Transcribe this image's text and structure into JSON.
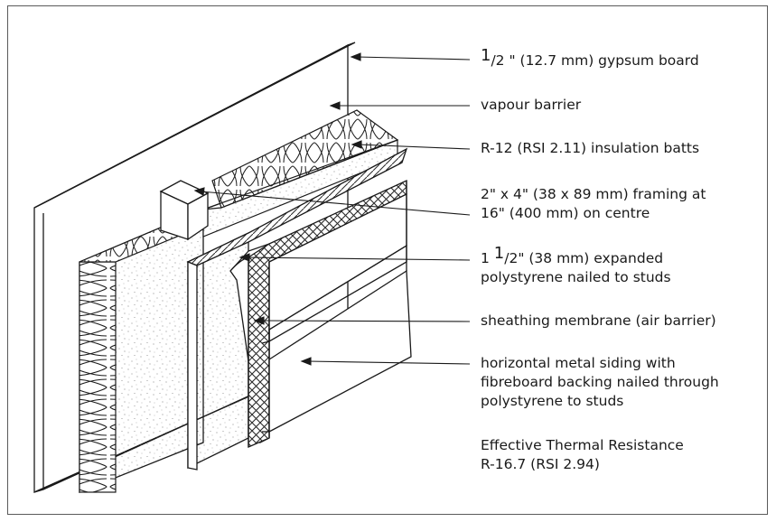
{
  "labels": {
    "gypsum": {
      "pre": "1",
      "text": "/2 \" (12.7 mm) gypsum board"
    },
    "vapour": "vapour barrier",
    "insulation": "R-12 (RSI 2.11) insulation batts",
    "framing": [
      "2\" x 4\" (38 x 89 mm) framing at",
      "16\" (400 mm) on centre"
    ],
    "polystyrene": {
      "pre": "1 ",
      "sup": "1",
      "text": "/2\" (38 mm) expanded",
      "line2": "polystyrene nailed to studs"
    },
    "membrane": "sheathing membrane (air barrier)",
    "siding": [
      "horizontal metal siding with",
      "fibreboard backing nailed through",
      "polystyrene to studs"
    ],
    "resistance": [
      "Effective Thermal Resistance",
      "R-16.7 (RSI 2.94)"
    ]
  },
  "colors": {
    "line": "#1a1a1a",
    "speckle": "#7a7a7a",
    "hatch": "#2a2a2a"
  }
}
